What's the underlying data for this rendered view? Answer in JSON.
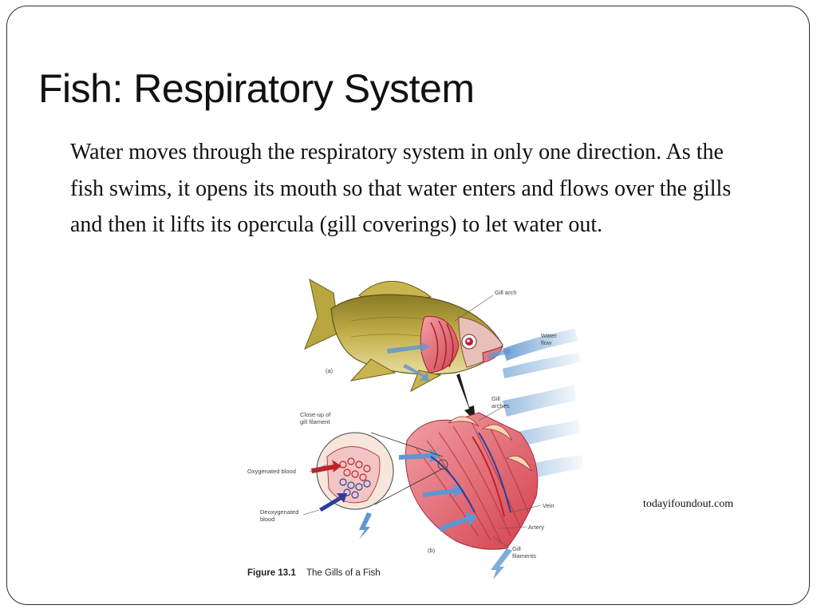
{
  "slide": {
    "title": "Fish: Respiratory System",
    "body": "Water moves through the respiratory system in only one direction.  As the fish swims, it opens its mouth so that water enters and flows over the gills and then it lifts its opercula (gill coverings) to let water out.",
    "credit": "todayifoundout.com"
  },
  "figure": {
    "labels": {
      "gill_arch": "Gill arch",
      "water_flow_1": "Water",
      "water_flow_2": "flow",
      "panel_a": "(a)",
      "gill_arches_1": "Gill",
      "gill_arches_2": "arches",
      "closeup_1": "Close-up of",
      "closeup_2": "gill filament",
      "oxygenated": "Oxygenated blood",
      "deoxygenated_1": "Deoxygenated",
      "deoxygenated_2": "blood",
      "vein": "Vein",
      "artery": "Artery",
      "panel_b": "(b)",
      "gill_filaments_1": "Gill",
      "gill_filaments_2": "filaments"
    },
    "caption": {
      "number": "Figure 13.1",
      "text": "The Gills of a Fish"
    },
    "colors": {
      "fish_body": "#b9a63e",
      "gill_red": "#e0505a",
      "water_blue": "#5f97d0",
      "blood_blue": "#2b3f9a"
    }
  }
}
